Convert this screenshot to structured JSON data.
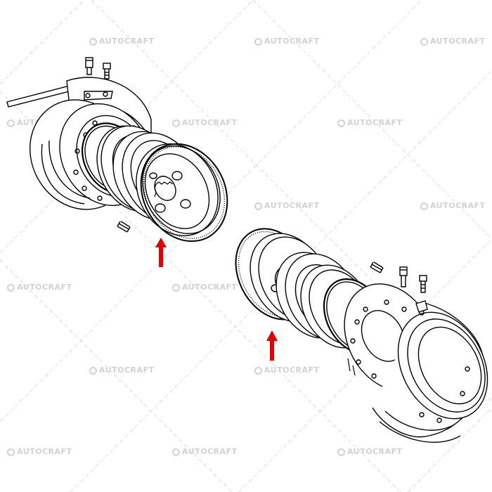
{
  "watermark": {
    "text": "AUTOCRAFT",
    "color": "#d2d2d2"
  },
  "diagram": {
    "type": "exploded-parts-drawing",
    "line_color": "#000000",
    "callout_color": "#e00000",
    "callouts": [
      {
        "name": "callout-arrow-left-gasket",
        "icon": "arrow-up-icon"
      },
      {
        "name": "callout-arrow-right-gasket",
        "icon": "arrow-up-icon"
      }
    ]
  }
}
